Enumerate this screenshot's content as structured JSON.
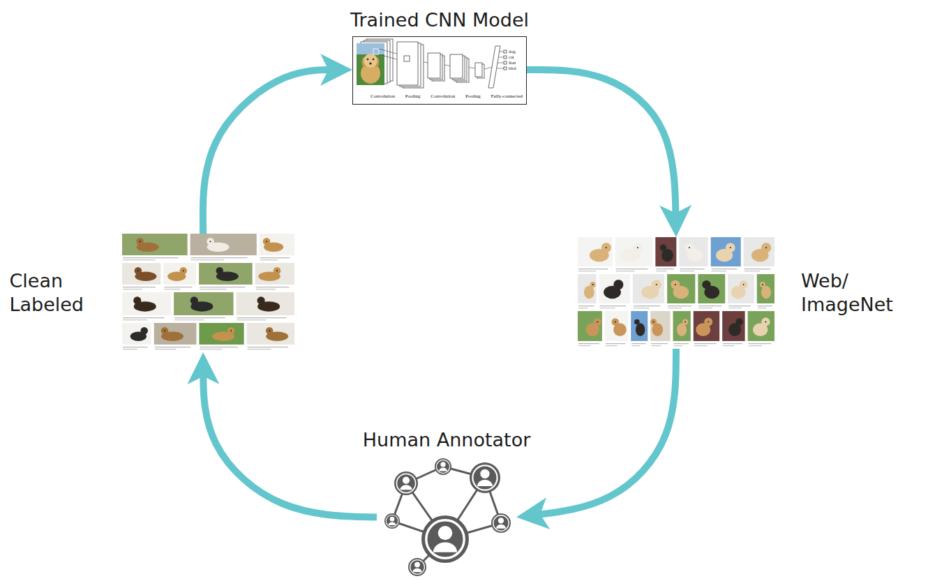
{
  "diagram": {
    "nodes": [
      {
        "text": [
          "Trained CNN Model"
        ]
      },
      {
        "text": [
          "Web/ ImageNet"
        ]
      },
      {
        "text": [
          "Human Annotator"
        ]
      },
      {
        "text": [
          "Clean Labeled"
        ]
      }
    ],
    "edges": [
      {
        "from": 0,
        "to": 1,
        "arrow": "to"
      },
      {
        "from": 1,
        "to": 2,
        "arrow": "to"
      },
      {
        "from": 2,
        "to": 3,
        "arrow": "to"
      },
      {
        "from": 3,
        "to": 0,
        "arrow": "to"
      }
    ],
    "labels": [
      "Convolution",
      "Pooling",
      "Convolution",
      "Pooling",
      "Fully-connected",
      "dog",
      "cat",
      "lion",
      "bird"
    ]
  }
}
